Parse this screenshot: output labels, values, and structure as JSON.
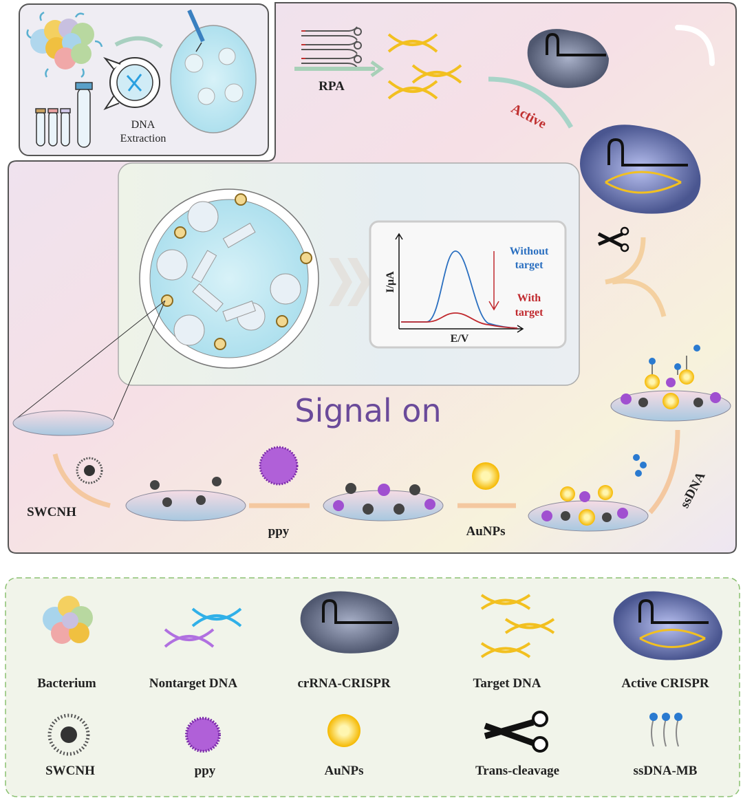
{
  "extraction": {
    "line1": "DNA",
    "line2": "Extraction"
  },
  "steps": {
    "rpa": "RPA",
    "active": "Active",
    "swcnh": "SWCNH",
    "ppy": "ppy",
    "aunps": "AuNPs",
    "ssdna": "ssDNA",
    "signal_on": "Signal on"
  },
  "plot": {
    "ylabel": "I/μA",
    "xlabel": "E/V",
    "without_1": "Without",
    "without_2": "target",
    "with_1": "With",
    "with_2": "target",
    "colors": {
      "without": "#2a6fc0",
      "with": "#c0282d"
    }
  },
  "legend": {
    "items": [
      {
        "label": "Bacterium"
      },
      {
        "label": "Nontarget DNA"
      },
      {
        "label": "crRNA-CRISPR"
      },
      {
        "label": "Target DNA"
      },
      {
        "label": "Active CRISPR"
      },
      {
        "label": "SWCNH"
      },
      {
        "label": "ppy"
      },
      {
        "label": "AuNPs"
      },
      {
        "label": "Trans-cleavage"
      },
      {
        "label": "ssDNA-MB"
      }
    ]
  }
}
